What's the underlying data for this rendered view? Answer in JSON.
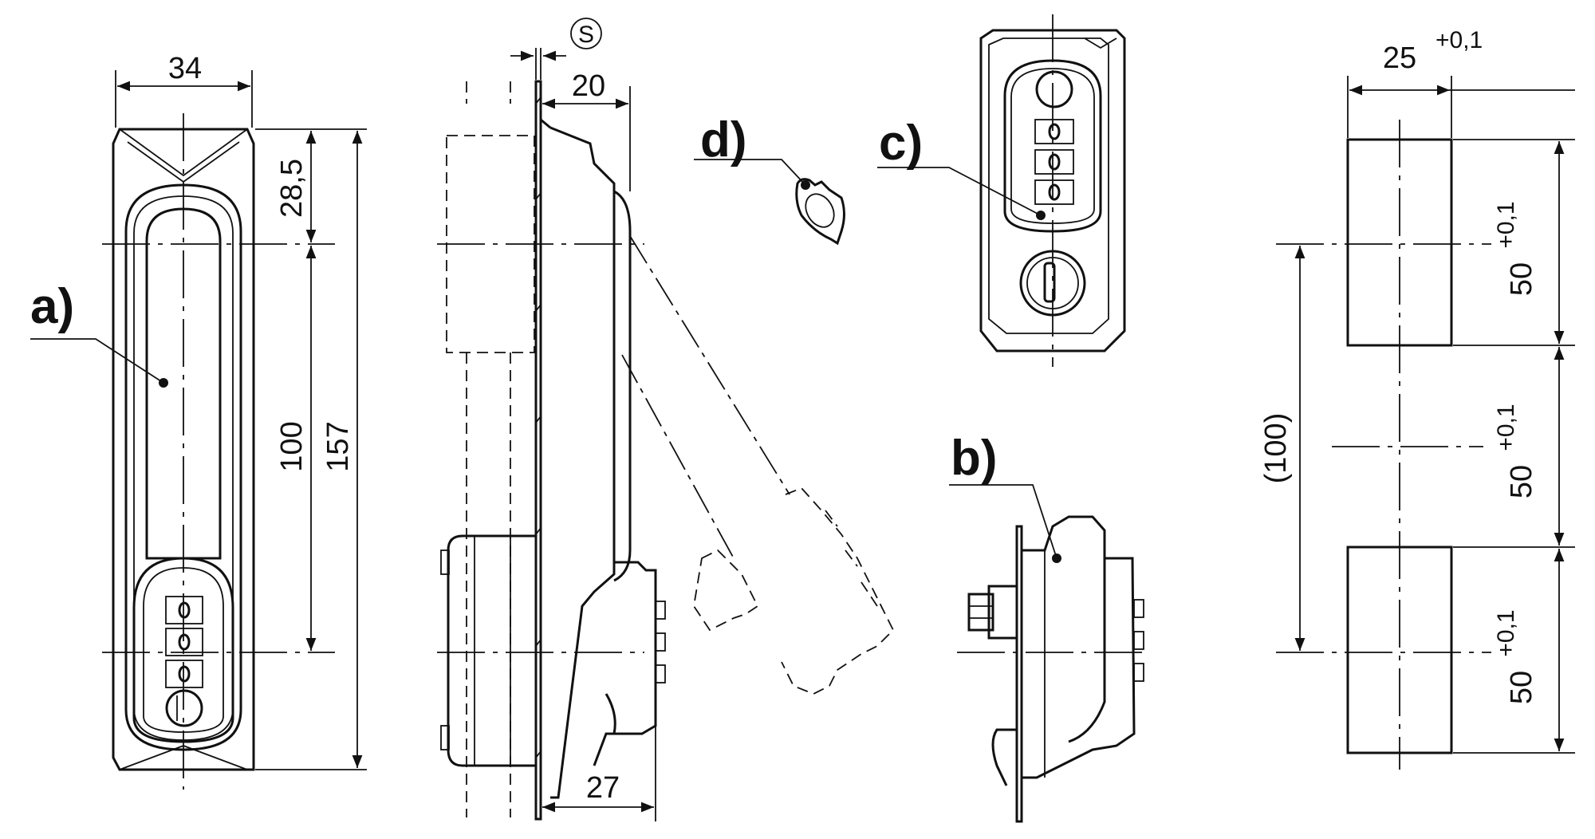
{
  "labels": {
    "a": "a)",
    "b": "b)",
    "c": "c)",
    "d": "d)"
  },
  "dimensions": {
    "width_front": "34",
    "top_offset": "28,5",
    "center_distance": "100",
    "overall_length": "157",
    "thickness_symbol": "S",
    "depth_top": "20",
    "depth_bottom": "27",
    "cutout_width": "25",
    "cutout_width_tol": "+0,1",
    "cutout_segment_1": "50",
    "cutout_segment_1_tol": "+0,1",
    "cutout_segment_2": "50",
    "cutout_segment_2_tol": "+0,1",
    "cutout_segment_3": "50",
    "cutout_segment_3_tol": "+0,1",
    "cutout_ref_distance": "(100)"
  }
}
